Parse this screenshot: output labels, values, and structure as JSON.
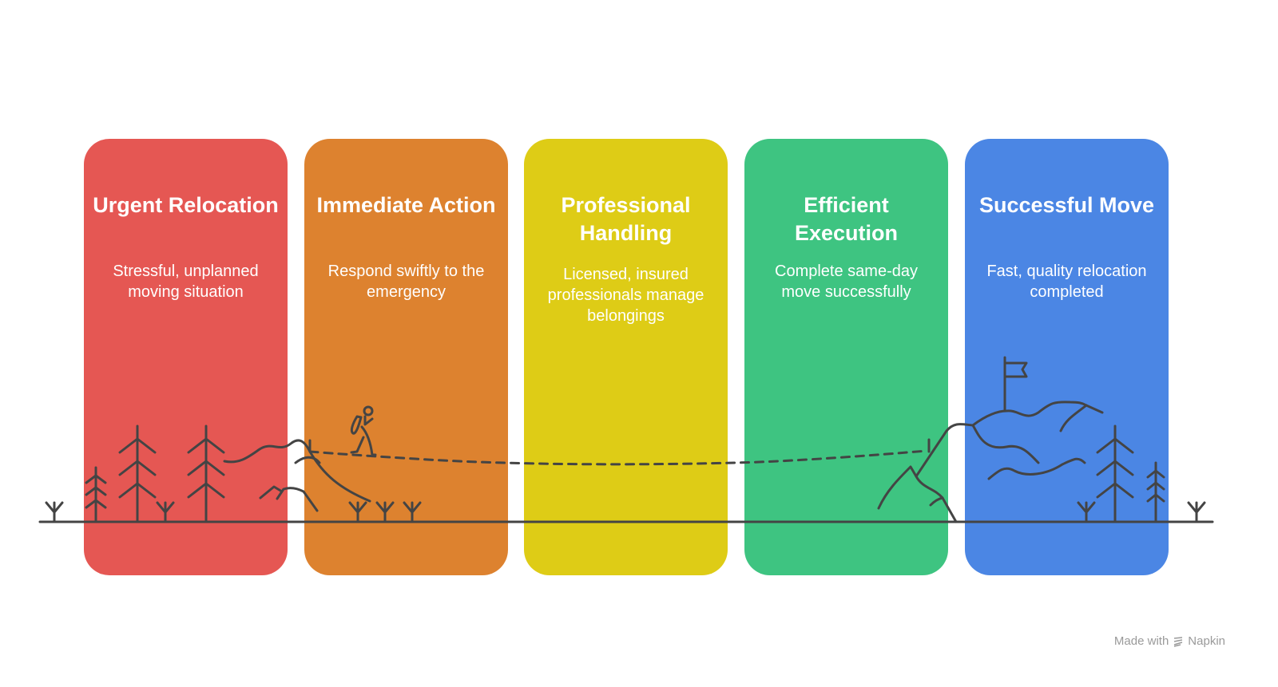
{
  "steps": [
    {
      "title": "Urgent Relocation",
      "description": "Stressful, unplanned moving situation",
      "color": "#E55753"
    },
    {
      "title": "Immediate Action",
      "description": "Respond swiftly to the emergency",
      "color": "#DD822F"
    },
    {
      "title": "Professional Handling",
      "description": "Licensed, insured professionals manage belongings",
      "color": "#DECC16"
    },
    {
      "title": "Efficient Execution",
      "description": "Complete same-day move successfully",
      "color": "#3EC481"
    },
    {
      "title": "Successful Move",
      "description": "Fast, quality relocation completed",
      "color": "#4B86E4"
    }
  ],
  "watermark": {
    "prefix": "Made with",
    "brand": "Napkin",
    "icon": "napkin-logo-icon"
  }
}
